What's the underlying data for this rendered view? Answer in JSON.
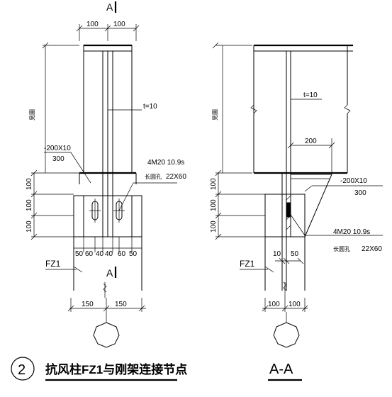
{
  "left_view": {
    "section_mark": "A",
    "section_mark_bottom": "A",
    "top_dims": [
      "100",
      "100"
    ],
    "height_label": "見圖",
    "web_thickness": "t=10",
    "plate_note_1": "-200X10",
    "plate_note_2": "300",
    "bolt_note_1": "4M20  10.9s",
    "bolt_note_2": "长圆孔",
    "bolt_note_3": "22X60",
    "side_dims": [
      "100",
      "100",
      "100"
    ],
    "bottom_dims": [
      "50",
      "60",
      "40",
      "40",
      "60",
      "50"
    ],
    "column_label": "FZ1",
    "base_dims": [
      "150",
      "150"
    ]
  },
  "right_view": {
    "height_label": "見圖",
    "web_thickness": "t=10",
    "dim_200": "200",
    "plate_note_1": "-200X10",
    "plate_note_2": "300",
    "side_dims": [
      "100",
      "100",
      "100"
    ],
    "bolt_note_1": "4M20  10.9s",
    "bolt_note_2": "长圆孔",
    "bolt_note_3": "22X60",
    "column_label": "FZ1",
    "small_dims": [
      "10",
      "50"
    ],
    "base_dims": [
      "100",
      "100"
    ]
  },
  "footer": {
    "detail_number": "2",
    "detail_title": "抗风柱FZ1与刚架连接节点",
    "section_title": "A-A"
  }
}
